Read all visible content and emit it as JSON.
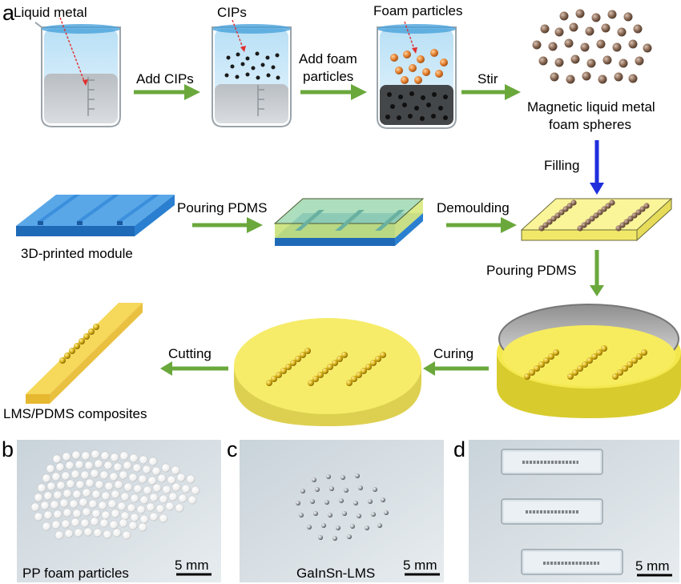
{
  "panel_letters": {
    "a": "a",
    "b": "b",
    "c": "c",
    "d": "d"
  },
  "labels": {
    "liquid_metal": "Liquid metal",
    "cips": "CIPs",
    "foam_particles": "Foam particles",
    "add_cips": "Add CIPs",
    "add_foam_line1": "Add foam",
    "add_foam_line2": "particles",
    "stir": "Stir",
    "spheres_line1": "Magnetic liquid metal",
    "spheres_line2": "foam spheres",
    "filling": "Filling",
    "pouring_pdms_1": "Pouring PDMS",
    "demoulding": "Demoulding",
    "module_3d": "3D-printed module",
    "pouring_pdms_2": "Pouring PDMS",
    "curing": "Curing",
    "cutting": "Cutting",
    "composites": "LMS/PDMS composites"
  },
  "photos": {
    "b": {
      "caption": "PP foam particles",
      "scale": "5 mm"
    },
    "c": {
      "caption": "GaInSn-LMS",
      "scale": "5 mm"
    },
    "d": {
      "caption": "",
      "scale": "5 mm"
    }
  },
  "colors": {
    "arrow_green": "#6aa83c",
    "arrow_blue": "#1f2fdc",
    "pdms_yellow": "#f3e56a",
    "module_blue": "#2a7fd0",
    "sphere_gold": "#c9a20f",
    "sphere_brown": "#8a6a55",
    "foam_orange": "#e07a2a"
  }
}
